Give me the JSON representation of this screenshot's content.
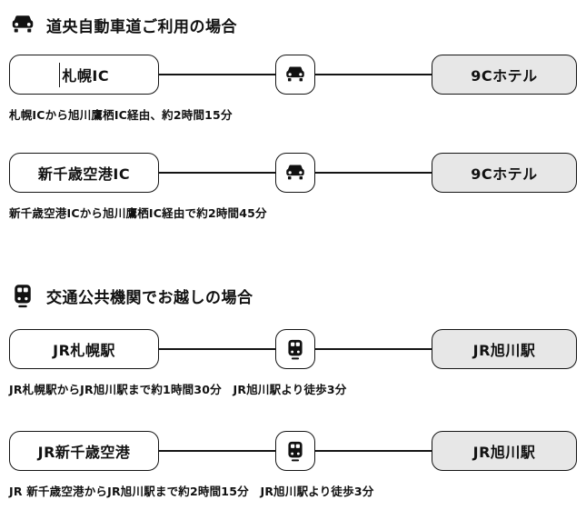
{
  "colors": {
    "background": "#ffffff",
    "text": "#111111",
    "box_border": "#141414",
    "destination_fill": "#e7e7e7",
    "connector_line": "#141414",
    "icon": "#111111"
  },
  "sections": [
    {
      "heading": "道央自動車道ご利用の場合",
      "icon": "car-icon",
      "rows": [
        {
          "origin": "札幌IC",
          "destination": "9Cホテル",
          "transport_icon": "car-icon",
          "note": "札幌ICから旭川鷹栖IC経由、約2時間15分"
        },
        {
          "origin": "新千歳空港IC",
          "destination": "9Cホテル",
          "transport_icon": "car-icon",
          "note": "新千歳空港ICから旭川鷹栖IC経由で約2時間45分"
        }
      ]
    },
    {
      "heading": "交通公共機関でお越しの場合",
      "icon": "train-icon",
      "rows": [
        {
          "origin": "JR札幌駅",
          "destination": "JR旭川駅",
          "transport_icon": "train-icon",
          "note": "JR札幌駅からJR旭川駅まで約1時間30分　JR旭川駅より徒歩3分"
        },
        {
          "origin": "JR新千歳空港",
          "destination": "JR旭川駅",
          "transport_icon": "train-icon",
          "note": "JR 新千歳空港からJR旭川駅まで約2時間15分　JR旭川駅より徒歩3分"
        }
      ]
    }
  ]
}
